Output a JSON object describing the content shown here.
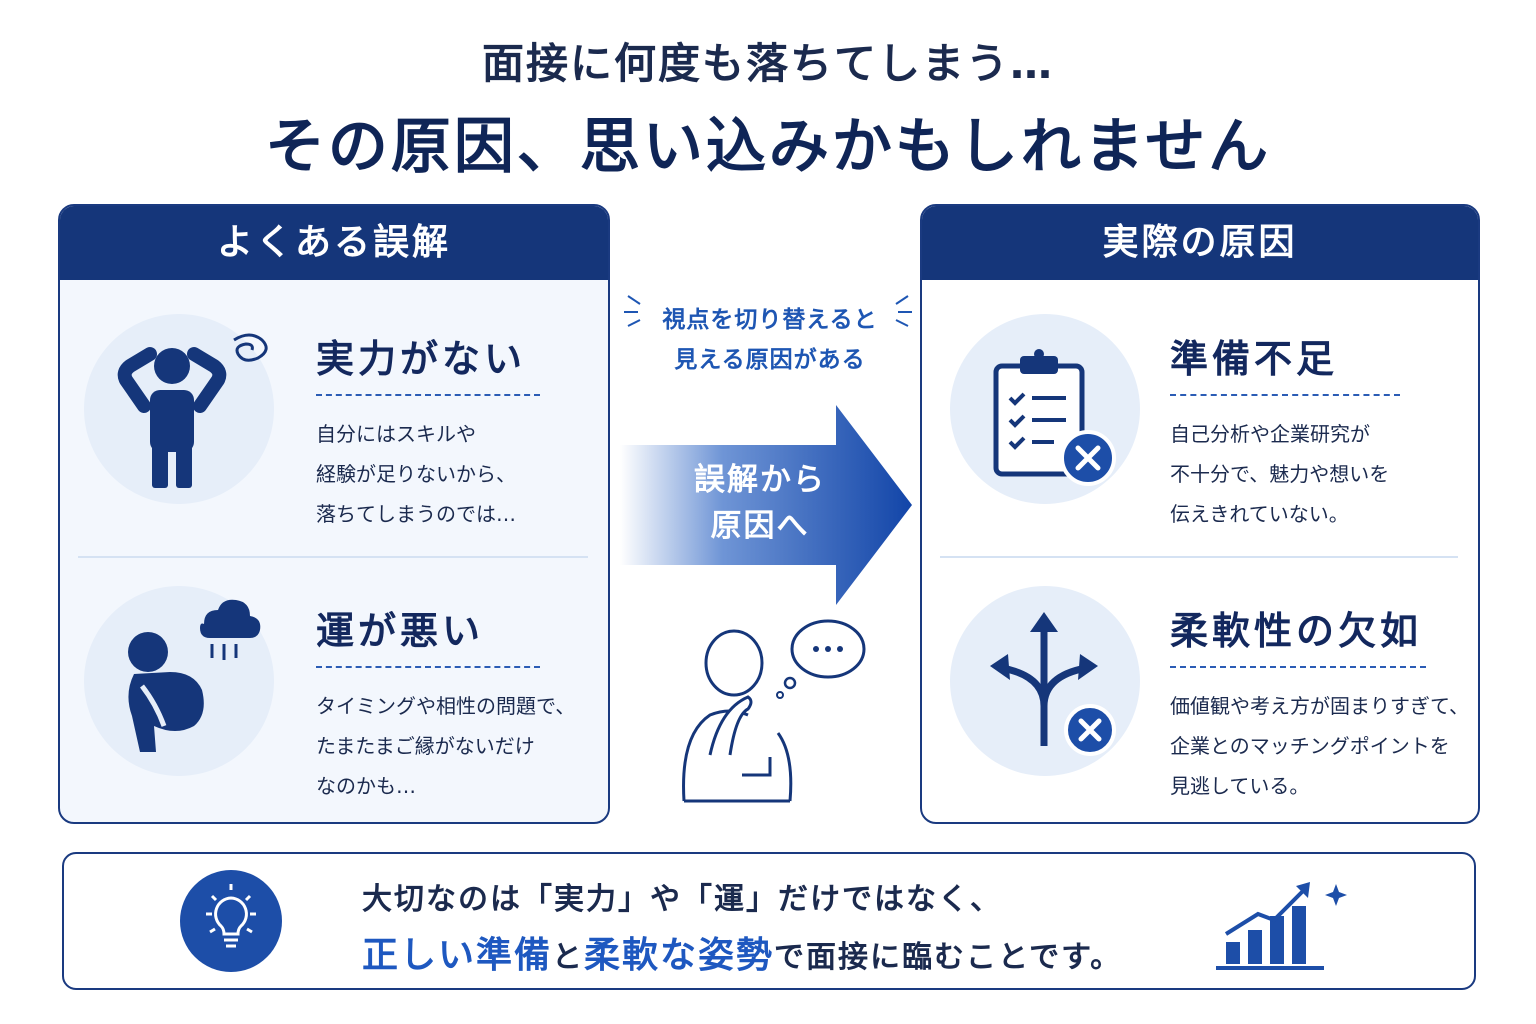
{
  "header": {
    "title_line1": "面接に何度も落ちてしまう…",
    "title_line2": "その原因、思い込みかもしれません"
  },
  "misconceptions": {
    "heading": "よくある誤解",
    "items": [
      {
        "icon": "stressed-person-icon",
        "title": "実力がない",
        "lines": [
          "自分にはスキルや",
          "経験が足りないから、",
          "落ちてしまうのでは…"
        ]
      },
      {
        "icon": "sad-person-rain-icon",
        "title": "運が悪い",
        "lines": [
          "タイミングや相性の問題で、",
          "たまたまご縁がないだけ",
          "なのかも…"
        ]
      }
    ]
  },
  "center": {
    "note_line1": "視点を切り替えると",
    "note_line2": "見える原因がある",
    "arrow_line1": "誤解から",
    "arrow_line2": "原因へ",
    "thinker_icon": "thinking-person-icon"
  },
  "causes": {
    "heading": "実際の原因",
    "items": [
      {
        "icon": "clipboard-x-icon",
        "title": "準備不足",
        "lines": [
          "自己分析や企業研究が",
          "不十分で、魅力や想いを",
          "伝えきれていない。"
        ]
      },
      {
        "icon": "branching-arrows-x-icon",
        "title": "柔軟性の欠如",
        "lines": [
          "価値観や考え方が固まりすぎて、",
          "企業とのマッチングポイントを",
          "見逃している。"
        ]
      }
    ]
  },
  "summary": {
    "line1": "大切なのは「実力」や「運」だけではなく、",
    "highlight1": "正しい準備",
    "connector": "と",
    "highlight2": "柔軟な姿勢",
    "tail": "で面接に臨むことです。",
    "icons": [
      "lightbulb-icon",
      "growth-chart-icon"
    ]
  },
  "colors": {
    "navy": "#15367a",
    "accent_blue": "#1e58c0",
    "light_bg": "#e6eef9"
  }
}
